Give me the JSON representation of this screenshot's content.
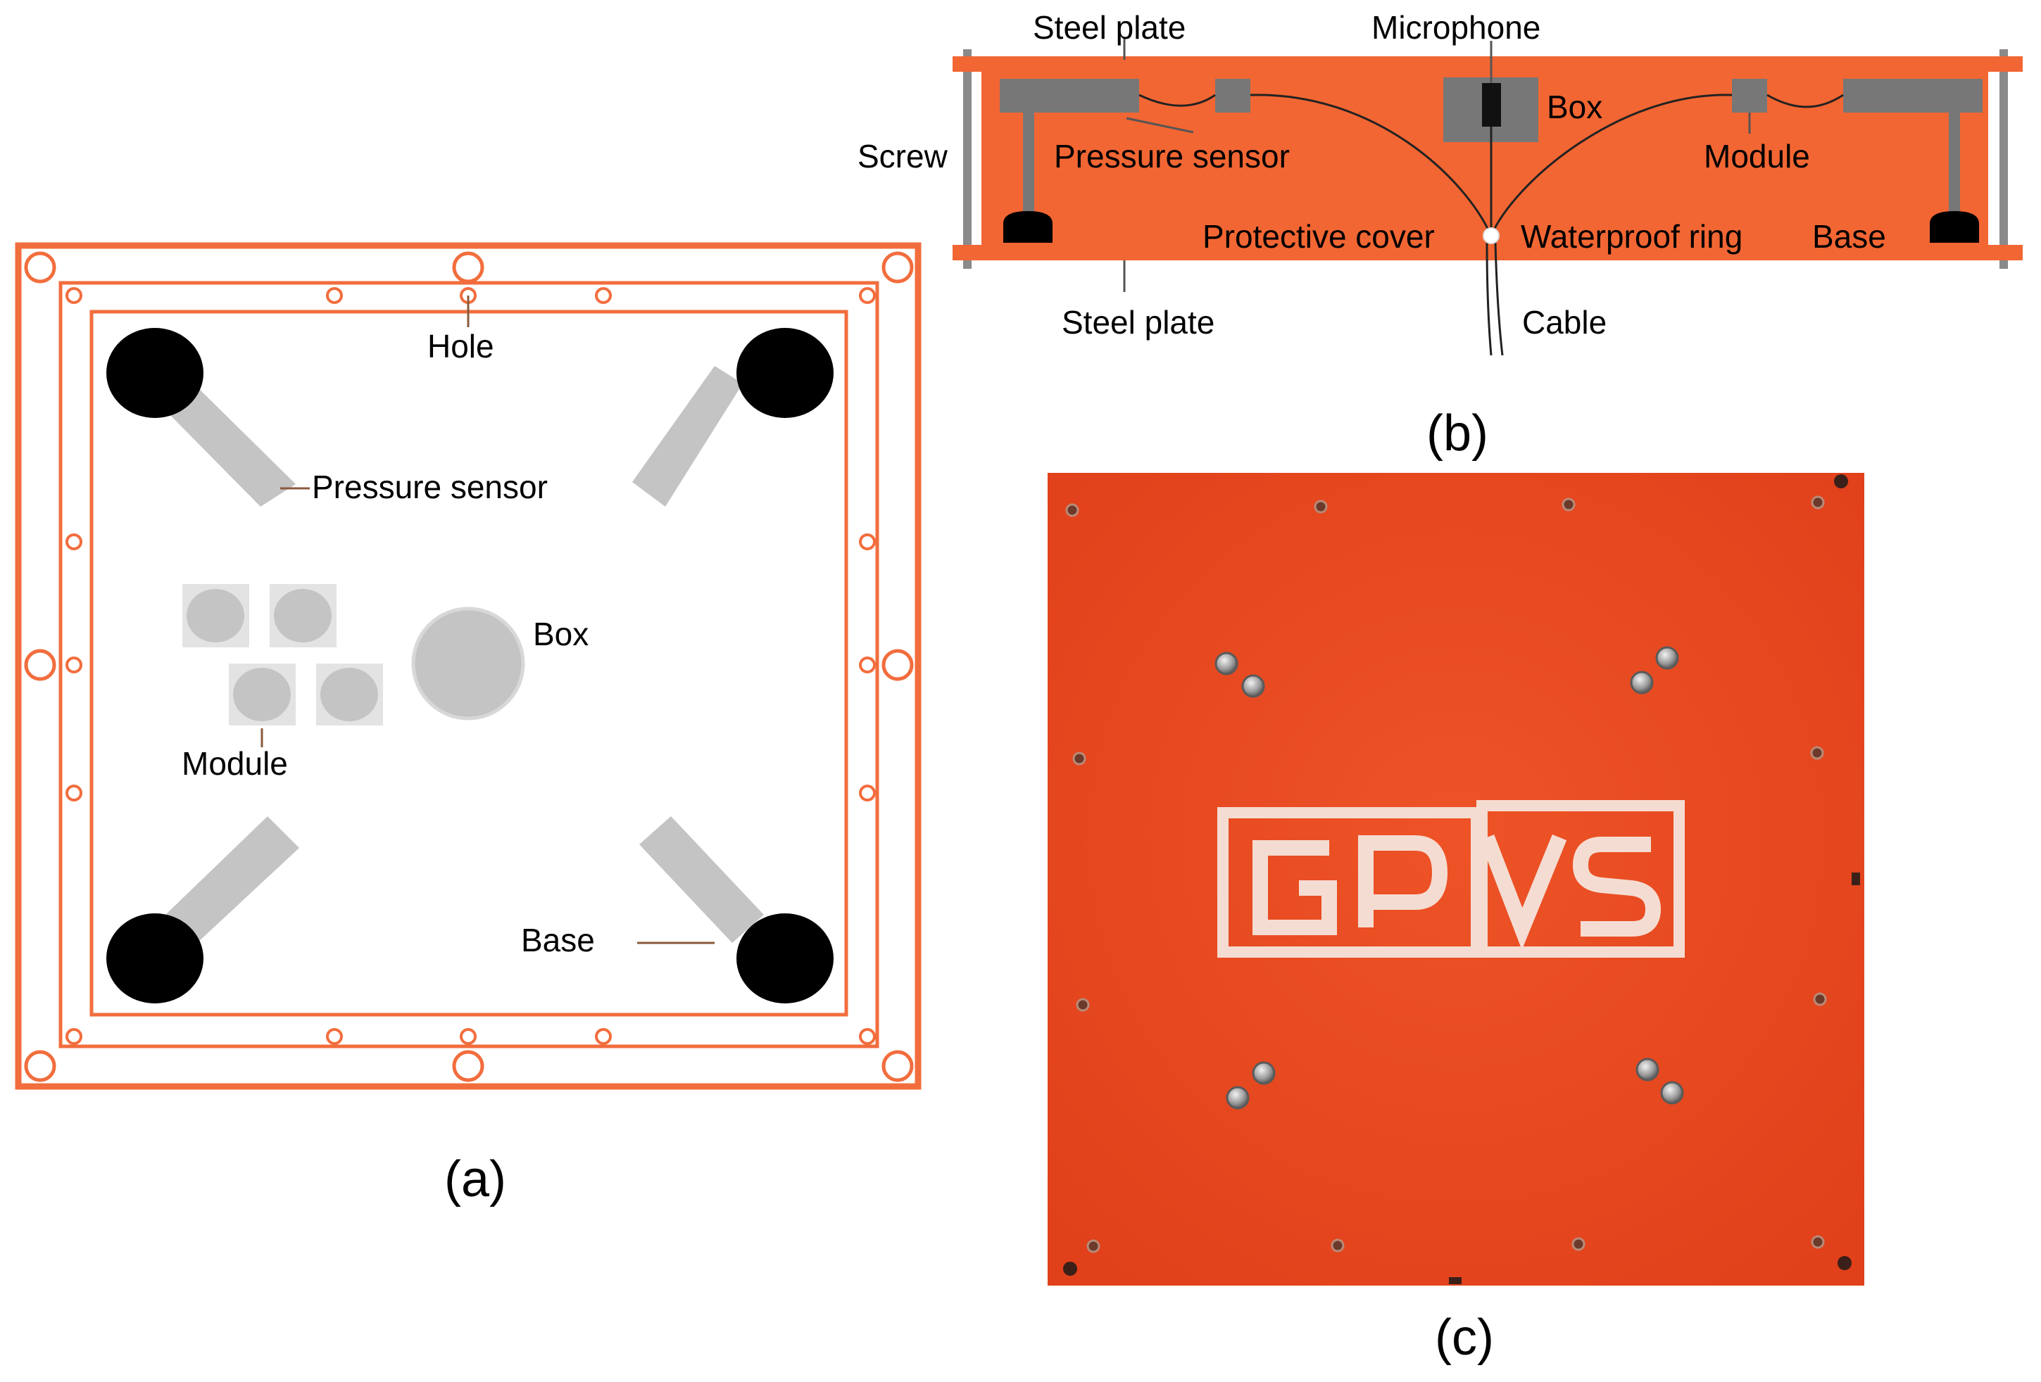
{
  "colors": {
    "frame": "#f26d3d",
    "plate": "#f26633",
    "sensor_gray": "#c4c4c4",
    "dark_gray": "#6e6e6e",
    "base_black": "#000000",
    "photo_red": "#e94a1f",
    "stencil": "#f5dcd2"
  },
  "panel_a": {
    "caption": "(a)",
    "labels": {
      "hole": "Hole",
      "pressure_sensor": "Pressure sensor",
      "box": "Box",
      "module": "Module",
      "base": "Base"
    }
  },
  "panel_b": {
    "caption": "(b)",
    "labels": {
      "steel_plate_top": "Steel plate",
      "microphone": "Microphone",
      "box": "Box",
      "screw": "Screw",
      "pressure_sensor": "Pressure sensor",
      "module": "Module",
      "protective_cover": "Protective cover",
      "waterproof_ring": "Waterproof ring",
      "base": "Base",
      "steel_plate_bottom": "Steel plate",
      "cable": "Cable"
    }
  },
  "panel_c": {
    "caption": "(c)",
    "stencil_text": [
      "G",
      "P",
      "V",
      "S"
    ]
  }
}
